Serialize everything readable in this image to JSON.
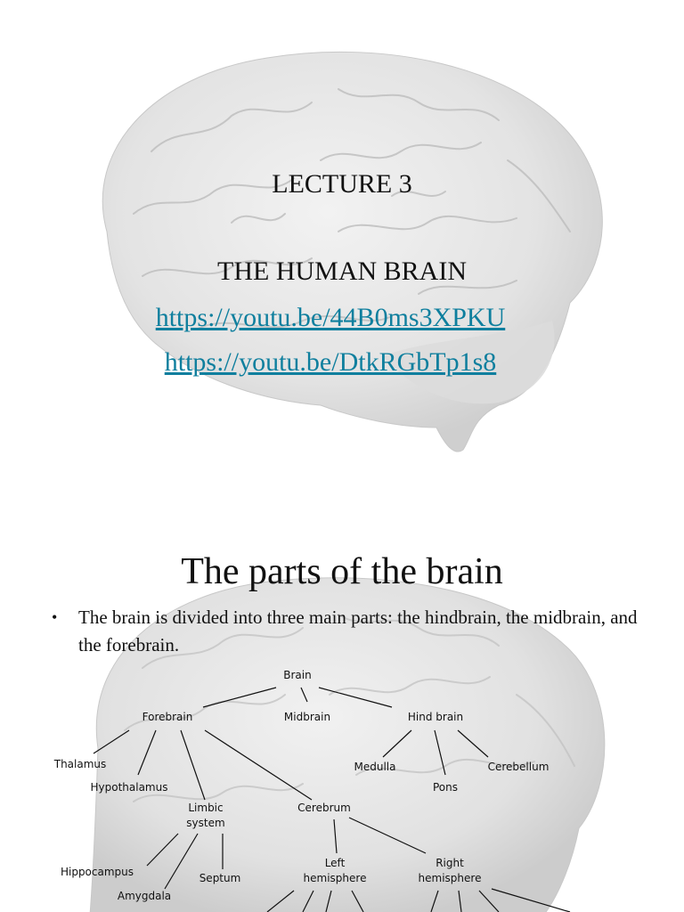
{
  "slide1": {
    "title": "LECTURE 3",
    "subtitle": "THE HUMAN BRAIN",
    "links": [
      "https://youtu.be/44B0ms3XPKU",
      "https://youtu.be/DtkRGbTp1s8"
    ]
  },
  "slide2": {
    "title": "The parts of the brain",
    "bullet": "The brain is divided into three main parts: the hindbrain, the midbrain, and the forebrain.",
    "diagram": {
      "brain": "Brain",
      "forebrain": "Forebrain",
      "midbrain": "Midbrain",
      "hindbrain": "Hind brain",
      "thalamus": "Thalamus",
      "hypothalamus": "Hypothalamus",
      "limbic_1": "Limbic",
      "limbic_2": "system",
      "cerebrum": "Cerebrum",
      "medulla": "Medulla",
      "pons": "Pons",
      "cerebellum": "Cerebellum",
      "hippocampus": "Hippocampus",
      "amygdala": "Amygdala",
      "septum": "Septum",
      "left_1": "Left",
      "left_2": "hemisphere",
      "right_1": "Right",
      "right_2": "hemisphere"
    }
  },
  "colors": {
    "link": "#0f7f9e",
    "brain_fill": "#e6e6e6"
  }
}
